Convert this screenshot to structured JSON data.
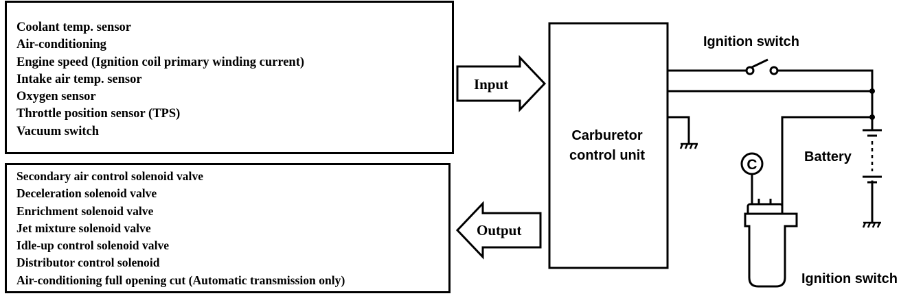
{
  "input_sensors": [
    "Coolant temp. sensor",
    "Air-conditioning",
    "Engine speed (Ignition coil primary winding current)",
    "Intake air temp. sensor",
    "Oxygen sensor",
    "Throttle position sensor (TPS)",
    "Vacuum switch"
  ],
  "output_actuators": [
    "Secondary air control solenoid valve",
    "Deceleration solenoid valve",
    "Enrichment solenoid valve",
    "Jet mixture solenoid valve",
    "Idle-up control solenoid valve",
    "Distributor control solenoid",
    "Air-conditioning full opening cut (Automatic transmission only)"
  ],
  "arrows": {
    "input": "Input",
    "output": "Output"
  },
  "control_unit": {
    "line1": "Carburetor",
    "line2": "control unit"
  },
  "labels": {
    "ignition_switch_top": "Ignition switch",
    "battery": "Battery",
    "coil_marker": "C",
    "ignition_switch_bottom": "Ignition switch"
  }
}
